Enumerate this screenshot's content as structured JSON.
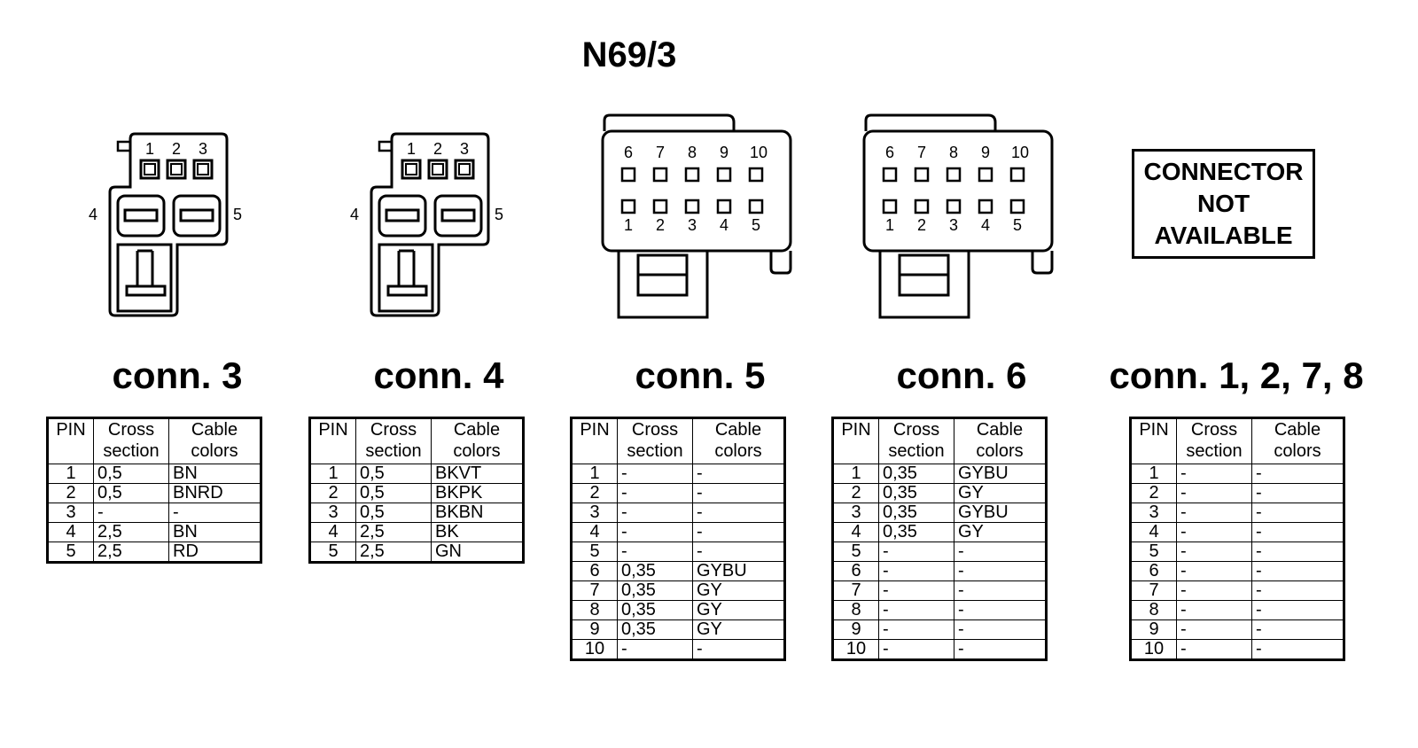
{
  "title": "N69/3",
  "not_available": [
    "CONNECTOR",
    "NOT",
    "AVAILABLE"
  ],
  "connector_drawings": {
    "small": {
      "top_pins": [
        "1",
        "2",
        "3"
      ],
      "left_pin": "4",
      "right_pin": "5"
    },
    "large": {
      "top_pins": [
        "6",
        "7",
        "8",
        "9",
        "10"
      ],
      "bottom_pins": [
        "1",
        "2",
        "3",
        "4",
        "5"
      ]
    }
  },
  "table_headers": {
    "pin": "PIN",
    "cross_section": [
      "Cross",
      "section"
    ],
    "cable_colors": [
      "Cable",
      "colors"
    ]
  },
  "connectors": [
    {
      "label": "conn. 3",
      "rows": [
        [
          "1",
          "0,5",
          "BN"
        ],
        [
          "2",
          "0,5",
          "BNRD"
        ],
        [
          "3",
          "-",
          "-"
        ],
        [
          "4",
          "2,5",
          "BN"
        ],
        [
          "5",
          "2,5",
          "RD"
        ]
      ]
    },
    {
      "label": "conn. 4",
      "rows": [
        [
          "1",
          "0,5",
          "BKVT"
        ],
        [
          "2",
          "0,5",
          "BKPK"
        ],
        [
          "3",
          "0,5",
          "BKBN"
        ],
        [
          "4",
          "2,5",
          "BK"
        ],
        [
          "5",
          "2,5",
          "GN"
        ]
      ]
    },
    {
      "label": "conn. 5",
      "rows": [
        [
          "1",
          "-",
          "-"
        ],
        [
          "2",
          "-",
          "-"
        ],
        [
          "3",
          "-",
          "-"
        ],
        [
          "4",
          "-",
          "-"
        ],
        [
          "5",
          "-",
          "-"
        ],
        [
          "6",
          "0,35",
          "GYBU"
        ],
        [
          "7",
          "0,35",
          "GY"
        ],
        [
          "8",
          "0,35",
          "GY"
        ],
        [
          "9",
          "0,35",
          "GY"
        ],
        [
          "10",
          "-",
          "-"
        ]
      ]
    },
    {
      "label": "conn. 6",
      "rows": [
        [
          "1",
          "0,35",
          "GYBU"
        ],
        [
          "2",
          "0,35",
          "GY"
        ],
        [
          "3",
          "0,35",
          "GYBU"
        ],
        [
          "4",
          "0,35",
          "GY"
        ],
        [
          "5",
          "-",
          "-"
        ],
        [
          "6",
          "-",
          "-"
        ],
        [
          "7",
          "-",
          "-"
        ],
        [
          "8",
          "-",
          "-"
        ],
        [
          "9",
          "-",
          "-"
        ],
        [
          "10",
          "-",
          "-"
        ]
      ]
    },
    {
      "label": "conn. 1, 2, 7, 8",
      "rows": [
        [
          "1",
          "-",
          "-"
        ],
        [
          "2",
          "-",
          "-"
        ],
        [
          "3",
          "-",
          "-"
        ],
        [
          "4",
          "-",
          "-"
        ],
        [
          "5",
          "-",
          "-"
        ],
        [
          "6",
          "-",
          "-"
        ],
        [
          "7",
          "-",
          "-"
        ],
        [
          "8",
          "-",
          "-"
        ],
        [
          "9",
          "-",
          "-"
        ],
        [
          "10",
          "-",
          "-"
        ]
      ]
    }
  ]
}
